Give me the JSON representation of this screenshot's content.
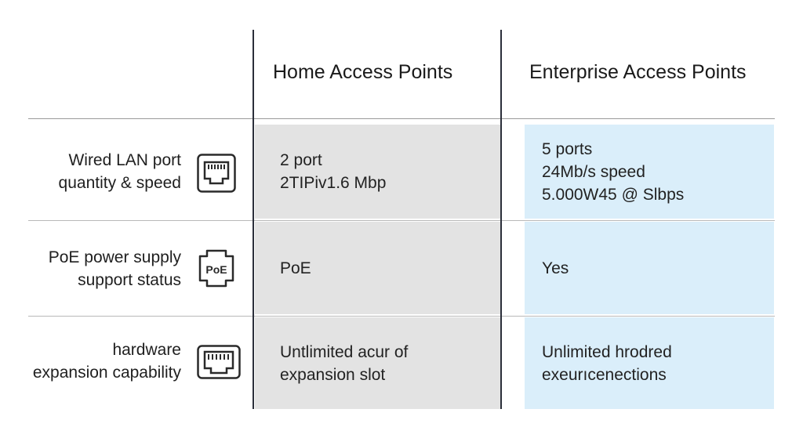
{
  "columns": {
    "home": "Home Access Points",
    "enterprise": "Enterprise Access Points"
  },
  "rows": [
    {
      "label": [
        "Wired LAN port",
        "quantity & speed"
      ],
      "icon": "ethernet-port-icon",
      "home": [
        "2 port",
        "2TIPiv1.6 Mbp"
      ],
      "enterprise": [
        "5 ports",
        "24Mb/s speed",
        "5.000W45 @ Slbps"
      ]
    },
    {
      "label": [
        "PoE power supply",
        "support status"
      ],
      "icon": "poe-port-icon",
      "icon_text": "PoE",
      "home": [
        "PoE"
      ],
      "enterprise": [
        "Yes"
      ]
    },
    {
      "label": [
        "hardware",
        "expansion capability"
      ],
      "icon": "expansion-port-icon",
      "home": [
        "Untlimited acur of",
        "expansion slot"
      ],
      "enterprise": [
        "Unlimited hrodred",
        "exeurıcenections"
      ]
    }
  ],
  "colors": {
    "home_bg": "#e3e3e3",
    "enterprise_bg": "#daeefa",
    "divider": "#2b2f3a"
  }
}
